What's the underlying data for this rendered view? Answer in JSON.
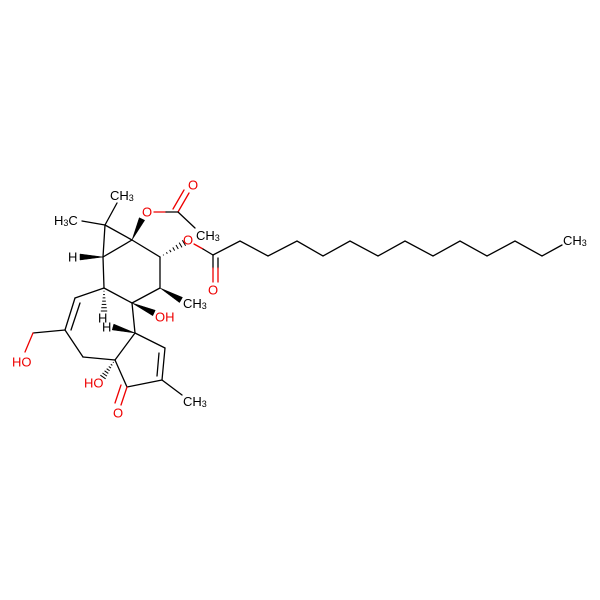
{
  "title": "Phorbol 12-myristate 13-acetate structure",
  "labels": {
    "carbon_hydrogen": "CH",
    "hydrogen": "H",
    "carbon": "C",
    "three": "3",
    "oxygen": "O",
    "hydroxyl": "OH",
    "hydroxyl_left": "HO"
  },
  "colors": {
    "bond": "#000000",
    "oxygen": "#ee0000"
  }
}
